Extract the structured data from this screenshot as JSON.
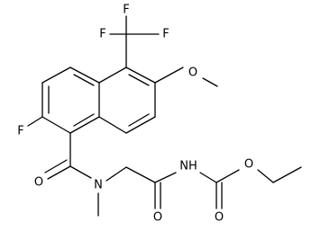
{
  "structure": {
    "atoms": [
      {
        "id": "F1",
        "label": "F"
      },
      {
        "id": "F2",
        "label": "F"
      },
      {
        "id": "F3",
        "label": "F"
      },
      {
        "id": "O_methoxy",
        "label": "O"
      },
      {
        "id": "F_ring",
        "label": "F"
      },
      {
        "id": "O_amide1",
        "label": "O"
      },
      {
        "id": "N_amide",
        "label": "N"
      },
      {
        "id": "N_imide",
        "label": "NH"
      },
      {
        "id": "O_ester",
        "label": "O"
      },
      {
        "id": "O_amide2",
        "label": "O"
      },
      {
        "id": "O_carbamate",
        "label": "O"
      }
    ]
  },
  "colors": {
    "bond": "#000000",
    "label": "#000000",
    "background": "#ffffff"
  }
}
